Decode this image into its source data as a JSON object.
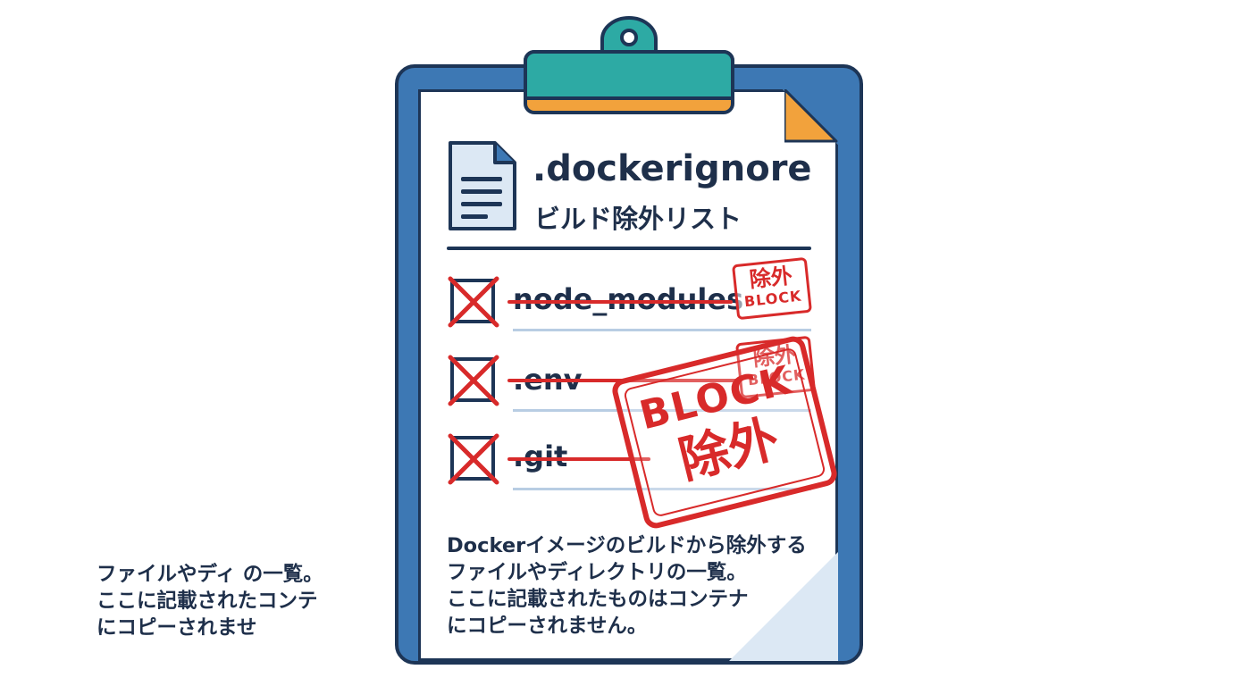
{
  "header": {
    "title": ".dockerignore",
    "subtitle": "ビルド除外リスト"
  },
  "items": [
    {
      "label": "node_modules",
      "checked": true,
      "stamp_top": "除外",
      "stamp_bottom": "BLOCK"
    },
    {
      "label": ".env",
      "checked": true,
      "stamp_top": "除外",
      "stamp_bottom": "BLOCK"
    },
    {
      "label": ".git",
      "checked": true
    }
  ],
  "big_stamp": {
    "top": "BLOCK",
    "bottom": "除外"
  },
  "description": {
    "lines": [
      "Dockerイメージのビルドから除外する",
      "ファイルやディレクトリの一覧。",
      "ここに記載されたものはコンテナ",
      "にコピーされません。"
    ]
  },
  "ghost_text": {
    "lines": [
      "ファイルやディ の一覧。",
      "ここに記載されたコンテ",
      "にコピーされませ"
    ]
  },
  "colors": {
    "board": "#3d78b4",
    "outline": "#1d3556",
    "clip_teal": "#2daaa4",
    "clip_orange": "#f2a23c",
    "stamp_red": "#d82a2a",
    "text": "#1e2f4a"
  },
  "icons": [
    "document-icon",
    "checkbox-crossed-icon"
  ]
}
